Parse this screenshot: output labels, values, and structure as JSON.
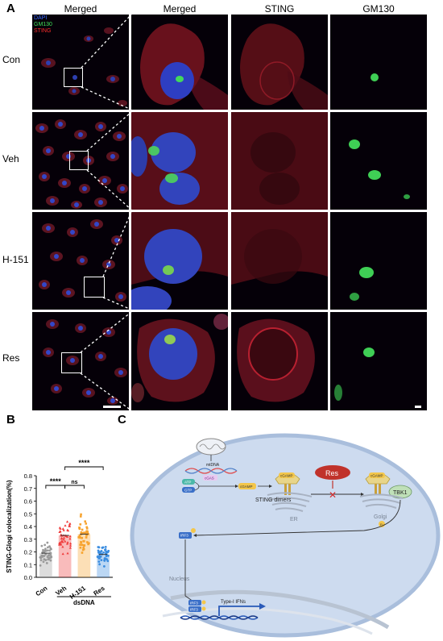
{
  "panel_labels": {
    "a": "A",
    "b": "B",
    "c": "C"
  },
  "panelA": {
    "columns": [
      "Merged",
      "Merged",
      "STING",
      "GM130"
    ],
    "rows": [
      "Con",
      "Veh",
      "H-151",
      "Res"
    ],
    "legend": {
      "dapi": "DAPI",
      "gm130": "GM130",
      "sting": "STING"
    },
    "colors": {
      "dapi": "#3a6cff",
      "gm130": "#41e05a",
      "sting": "#ff2d2d"
    }
  },
  "chart_data": {
    "type": "bar",
    "categories": [
      "Con",
      "Veh",
      "H-151",
      "Res"
    ],
    "values": [
      0.19,
      0.33,
      0.34,
      0.18
    ],
    "ylabel": "STING-Glogi colocalization(%)",
    "ylim": [
      0,
      0.8
    ],
    "yticks": [
      "0.0",
      "0.1",
      "0.2",
      "0.3",
      "0.4",
      "0.5",
      "0.6",
      "0.7",
      "0.8"
    ],
    "group_label": "dsDNA",
    "colors": [
      "#9a9a9a",
      "#ef3b3b",
      "#f7a32e",
      "#3b8de0"
    ],
    "significance": [
      "****",
      "ns",
      "****"
    ]
  },
  "panelC": {
    "labels": {
      "mtdna": "mtDNA",
      "cgas": "cGAS",
      "atp": "ATP",
      "gtp": "GTP",
      "cgamp": "cGAMP",
      "sting_dimers": "STING\ndimers",
      "er": "ER",
      "res": "Res",
      "tbk1": "TBK1",
      "golgi": "Golgi",
      "irf3": "IRF3",
      "nucleus": "Nucleus",
      "type_i_ifns": "Type-I IFNs",
      "p": "P"
    }
  }
}
